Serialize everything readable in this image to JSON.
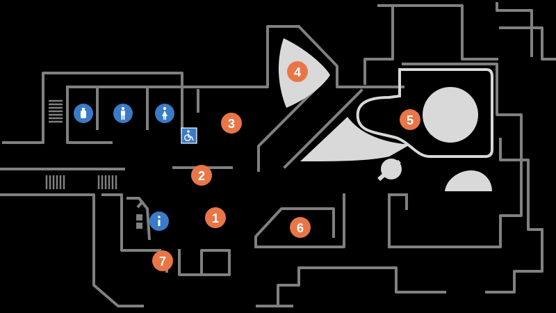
{
  "map": {
    "wall_color": "#808080",
    "fill_color": "#d9d9d9",
    "background": "#000000",
    "area_marker_color": "#e87646",
    "facility_icon_color": "#3a7bc8",
    "areas": [
      {
        "id": "area-1",
        "label": "1"
      },
      {
        "id": "area-2",
        "label": "2"
      },
      {
        "id": "area-3",
        "label": "3"
      },
      {
        "id": "area-4",
        "label": "4"
      },
      {
        "id": "area-5",
        "label": "5"
      },
      {
        "id": "area-6",
        "label": "6"
      },
      {
        "id": "area-7",
        "label": "7"
      }
    ],
    "facilities": [
      {
        "id": "baby-care",
        "icon": "baby-bottle-icon"
      },
      {
        "id": "mens-restroom",
        "icon": "male-restroom-icon"
      },
      {
        "id": "womens-restroom",
        "icon": "female-restroom-icon"
      },
      {
        "id": "accessible-restroom",
        "icon": "wheelchair-icon"
      },
      {
        "id": "information",
        "icon": "information-icon"
      }
    ]
  }
}
